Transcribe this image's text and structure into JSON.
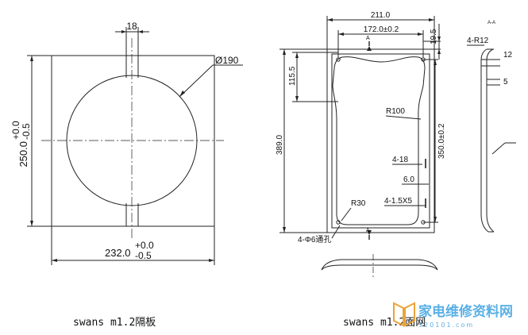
{
  "left_view": {
    "dim_slot_width": "18",
    "dim_circle_diameter": "Ø190",
    "dim_height": "250.0",
    "dim_height_tol_upper": "+0.0",
    "dim_height_tol_lower": "-0.5",
    "dim_width": "232.0",
    "dim_width_tol_upper": "+0.0",
    "dim_width_tol_lower": "-0.5",
    "caption": "swans m1.2隔板"
  },
  "right_view": {
    "dim_overall_width": "211.0",
    "dim_inner_width": "172.0±0.2",
    "dim_top_offset": "19.5",
    "dim_upper_height": "115.5",
    "dim_overall_height": "389.0",
    "dim_inner_height": "350.0±0.2",
    "label_radius_large": "R100",
    "label_slots": "4-18",
    "label_slot_depth": "6.0",
    "label_slot_size": "4-1.5X5",
    "label_radius_small": "R30",
    "label_holes": "4-Φ6通孔",
    "section_mark": "A",
    "caption": "swans m1.2面网"
  },
  "section_view": {
    "title": "A-A",
    "label_corner_radius": "4-R12",
    "dim_12": "12",
    "dim_5": "5"
  },
  "watermark": {
    "site_name": "家电维修资料网",
    "site_url": "520101.com"
  }
}
